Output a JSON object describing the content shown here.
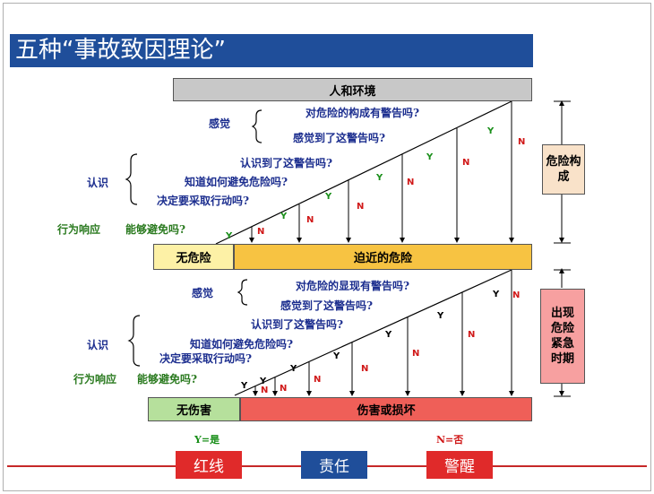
{
  "title": "五种“事故致因理论”",
  "top": {
    "env": "人和环境",
    "perception_label": "感觉",
    "cognition_label": "认识",
    "response_label": "行为响应",
    "questions": [
      "对危险的构成有警告吗?",
      "感觉到了这警告吗?",
      "认识到了这警告吗?",
      "知道如何避免危险吗?",
      "决定要采取行动吗?",
      "能够避免吗?"
    ],
    "safe": "无危险",
    "danger": "迫近的危险",
    "side": "危险构成"
  },
  "bottom": {
    "perception_label": "感觉",
    "cognition_label": "认识",
    "response_label": "行为响应",
    "questions": [
      "对危险的显现有警告吗?",
      "感觉到了这警告吗?",
      "认识到了这警告吗?",
      "知道如何避免危险吗?",
      "决定要采取行动吗?",
      "能够避免吗?"
    ],
    "safe": "无伤害",
    "damage": "伤害或损坏",
    "side": "出现危险紧急时期"
  },
  "yes_mark": "Y",
  "no_mark": "N",
  "legend": {
    "yes": "Y=是",
    "no": "N=否"
  },
  "buttons": [
    "红线",
    "责任",
    "警醒"
  ],
  "colors": {
    "title_bar": "#1f4e9a",
    "button_red": "#e02a2a",
    "button_blue": "#1f4e9a",
    "no": "#d01818",
    "yes": "#1a8f1a"
  }
}
